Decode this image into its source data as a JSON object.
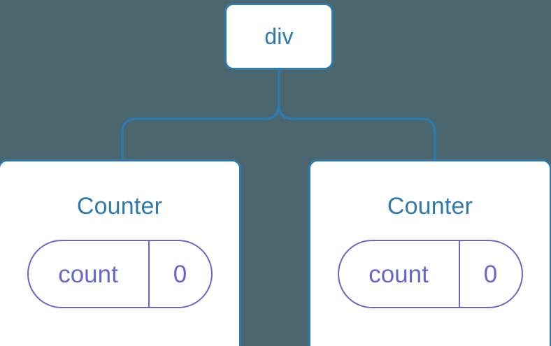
{
  "diagram": {
    "type": "component-tree",
    "background_color": "#4c6670",
    "node_border_color": "#2e79ad",
    "node_text_color": "#2e79ad",
    "node_fill_color": "#ffffff",
    "connector_color": "#2e79ad",
    "state_accent_color": "#6666cc",
    "root": {
      "label": "div"
    },
    "children": [
      {
        "label": "Counter",
        "state": {
          "key": "count",
          "value": "0"
        }
      },
      {
        "label": "Counter",
        "state": {
          "key": "count",
          "value": "0"
        }
      }
    ]
  }
}
